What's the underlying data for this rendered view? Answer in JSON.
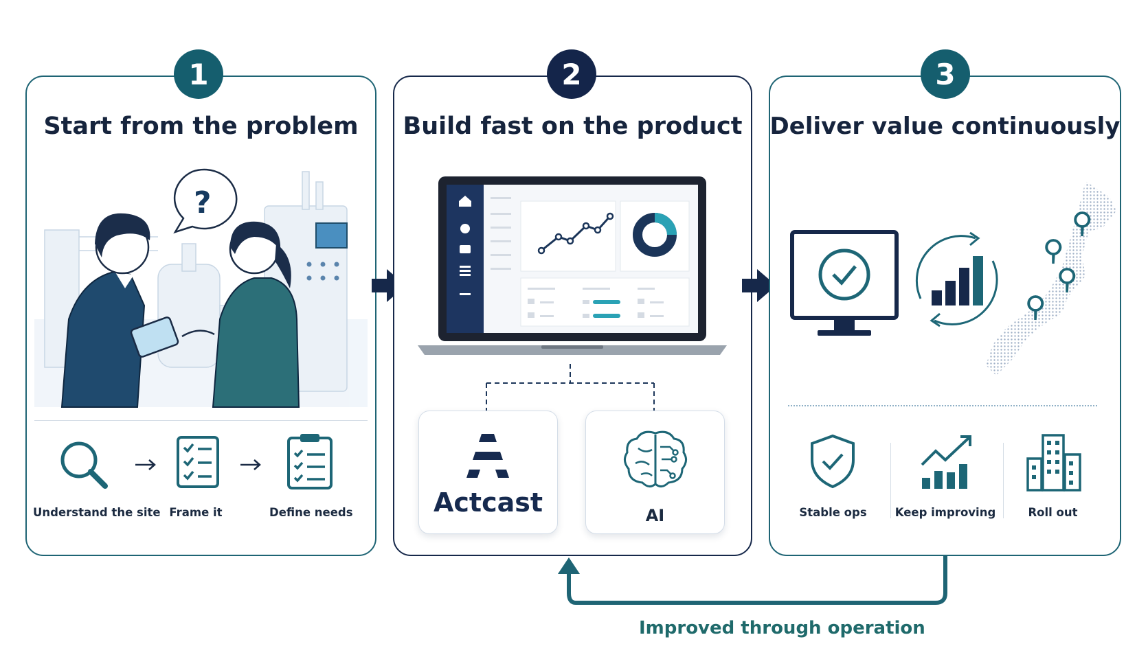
{
  "steps": [
    {
      "number": "1",
      "title": "Start from the problem",
      "sub_steps": [
        "Understand the site",
        "Frame it",
        "Define needs"
      ]
    },
    {
      "number": "2",
      "title": "Build fast on the product",
      "components": [
        "Actcast",
        "AI"
      ]
    },
    {
      "number": "3",
      "title": "Deliver value continuously",
      "outcomes": [
        "Stable ops",
        "Keep improving",
        "Roll out"
      ]
    }
  ],
  "feedback": {
    "label": "Improved through operation"
  },
  "colors": {
    "teal": "#1e6474",
    "navy": "#16284a",
    "badge_teal": "#155e6e",
    "badge_navy": "#14254a",
    "feedback_teal": "#1f6a6b"
  },
  "icons": {
    "step1": [
      "magnifier-icon",
      "checklist-icon",
      "clipboard-checklist-icon"
    ],
    "step3": [
      "shield-check-icon",
      "growth-chart-icon",
      "buildings-icon"
    ]
  }
}
